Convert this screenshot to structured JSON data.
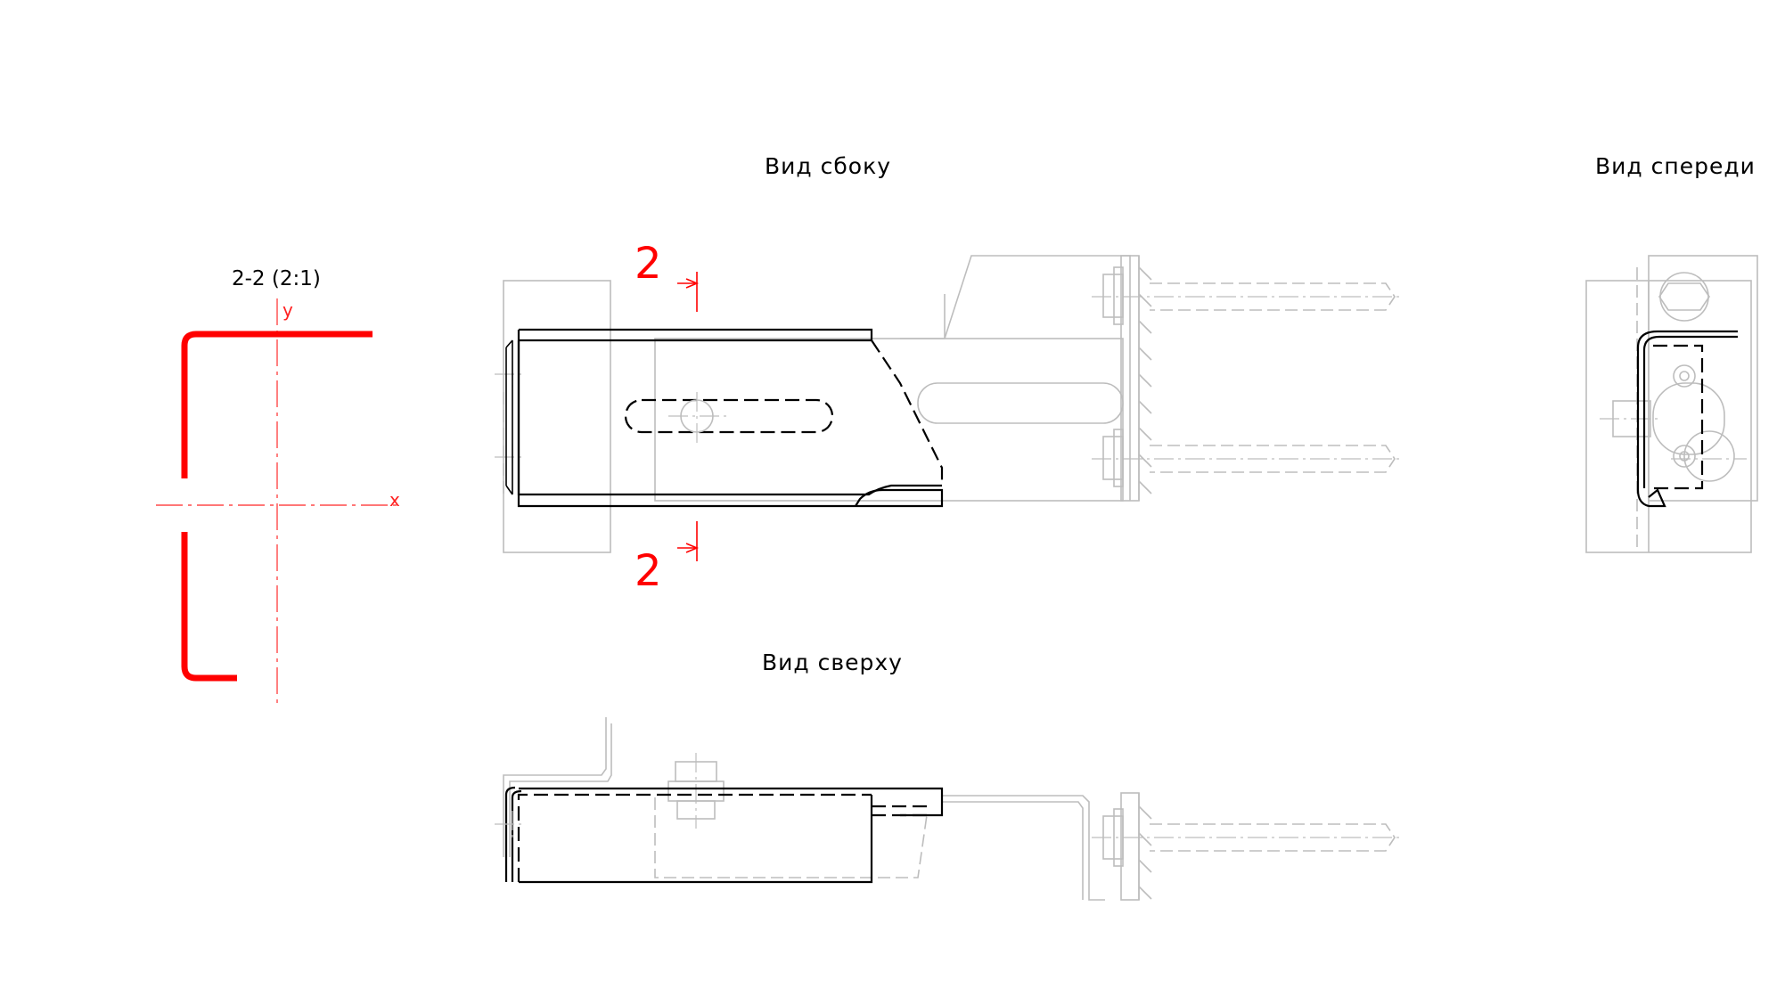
{
  "views": {
    "side": {
      "title": "Вид сбоку"
    },
    "front": {
      "title": "Вид спереди"
    },
    "top": {
      "title": "Вид сверху"
    }
  },
  "section": {
    "title": "2-2 (2:1)",
    "axis_x": "x",
    "axis_y": "y",
    "cut_mark_top": "2",
    "cut_mark_bottom": "2"
  },
  "colors": {
    "profile": "#ff0000",
    "outline": "#000000",
    "context": "#bdbdbd"
  }
}
